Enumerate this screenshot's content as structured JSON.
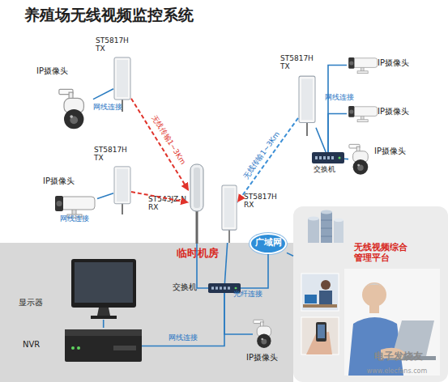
{
  "diagram": {
    "title": "养殖场无线视频监控系统",
    "nodes": [
      {
        "text": [
          "临时机房"
        ]
      },
      {
        "text": [
          "IP摄像头"
        ]
      },
      {
        "text": [
          "ST5817H TX"
        ]
      },
      {
        "text": [
          "IP摄像头"
        ]
      },
      {
        "text": [
          "ST5817H TX"
        ]
      },
      {
        "text": [
          "ST5817H TX"
        ]
      },
      {
        "text": [
          "IP摄像头"
        ]
      },
      {
        "text": [
          "IP摄像头"
        ]
      },
      {
        "text": [
          "IP摄像头"
        ]
      },
      {
        "text": [
          "交换机"
        ]
      },
      {
        "text": [
          "ST543JZ-N RX"
        ]
      },
      {
        "text": [
          "ST5817H RX"
        ]
      },
      {
        "text": [
          "交换机"
        ],
        "in": 0
      },
      {
        "text": [
          "显示器"
        ],
        "in": 0
      },
      {
        "text": [
          "NVR"
        ],
        "in": 0
      },
      {
        "text": [
          "IP摄像头"
        ],
        "in": 0
      },
      {
        "text": [
          "广域网"
        ]
      },
      {
        "text": [
          "无线视频综合管理平台"
        ]
      }
    ],
    "edges": [
      {
        "from": 1,
        "to": 2,
        "arrow": "none",
        "label": "网线连接"
      },
      {
        "from": 2,
        "to": 10,
        "arrow": "to",
        "label": "无线传输1~3Km"
      },
      {
        "from": 3,
        "to": 4,
        "arrow": "none",
        "label": "网线连接"
      },
      {
        "from": 4,
        "to": 10,
        "arrow": "to"
      },
      {
        "from": 5,
        "to": 11,
        "arrow": "to",
        "label": "无线传输1~3Km"
      },
      {
        "from": 6,
        "to": 9,
        "arrow": "none",
        "label": "网线连接"
      },
      {
        "from": 7,
        "to": 9,
        "arrow": "none"
      },
      {
        "from": 8,
        "to": 9,
        "arrow": "none"
      },
      {
        "from": 9,
        "to": 5,
        "arrow": "none"
      },
      {
        "from": 10,
        "to": 12,
        "arrow": "none"
      },
      {
        "from": 11,
        "to": 12,
        "arrow": "none"
      },
      {
        "from": 12,
        "to": 14,
        "arrow": "none",
        "label": "网线连接"
      },
      {
        "from": 13,
        "to": 14,
        "arrow": "none"
      },
      {
        "from": 12,
        "to": 15,
        "arrow": "none"
      },
      {
        "from": 12,
        "to": 16,
        "arrow": "none",
        "label": "光纤连接"
      },
      {
        "from": 16,
        "to": 17,
        "arrow": "none"
      }
    ],
    "labels": [
      "电子发烧友",
      "www.elecfans.com"
    ]
  }
}
